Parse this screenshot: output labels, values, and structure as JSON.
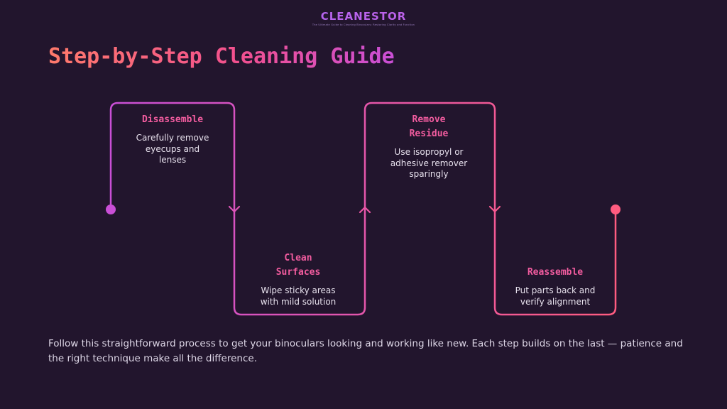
{
  "logo": {
    "name": "CLEANESTOR",
    "tagline": "The Ultimate Guide to Cleaning Binoculars: Restoring Clarity and Function"
  },
  "title": "Step-by-Step Cleaning Guide",
  "colors": {
    "background": "#22152d",
    "accent_start": "#c94fd6",
    "accent_end": "#ff5c80",
    "step_title": "#f25c9f"
  },
  "steps": [
    {
      "title": "Disassemble",
      "description": "Carefully remove\neyecups and\nlenses"
    },
    {
      "title": "Clean\nSurfaces",
      "description": "Wipe sticky areas\nwith mild solution"
    },
    {
      "title": "Remove\nResidue",
      "description": "Use isopropyl or\nadhesive remover\nsparingly"
    },
    {
      "title": "Reassemble",
      "description": "Put parts back and\nverify alignment"
    }
  ],
  "footer": "Follow this straightforward process to get your binoculars looking and working like new. Each step builds on the last — patience and the right technique make all the difference."
}
